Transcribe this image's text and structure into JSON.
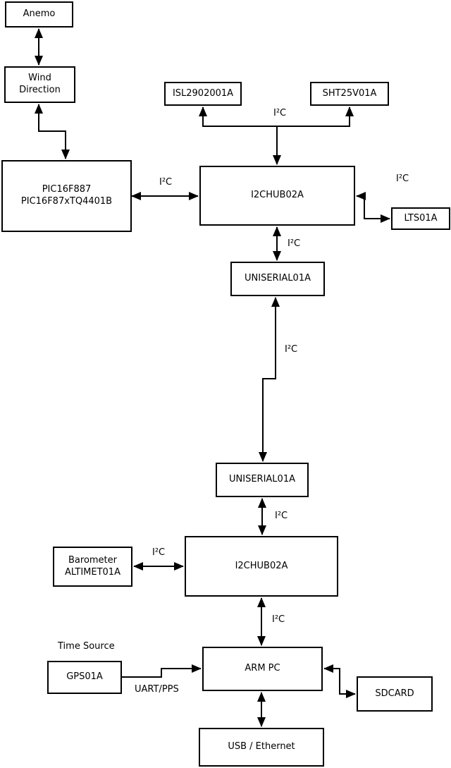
{
  "diagram": {
    "background_color": "#ffffff",
    "line_color": "#000000",
    "nodes": {
      "anemo": {
        "label": "Anemo"
      },
      "wind_direction": {
        "line1": "Wind",
        "line2": "Direction"
      },
      "pic": {
        "line1": "PIC16F887",
        "line2": "PIC16F87xTQ4401B"
      },
      "isl": {
        "label": "ISL2902001A"
      },
      "sht": {
        "label": "SHT25V01A"
      },
      "i2chub_top": {
        "label": "I2CHUB02A"
      },
      "lts": {
        "label": "LTS01A"
      },
      "uniserial_top": {
        "label": "UNISERIAL01A"
      },
      "uniserial_bottom": {
        "label": "UNISERIAL01A"
      },
      "i2chub_bottom": {
        "label": "I2CHUB02A"
      },
      "barometer": {
        "line1": "Barometer",
        "line2": "ALTIMET01A"
      },
      "gps": {
        "label": "GPS01A"
      },
      "arm_pc": {
        "label": "ARM PC"
      },
      "sdcard": {
        "label": "SDCARD"
      },
      "usb_ethernet": {
        "label": "USB / Ethernet"
      }
    },
    "edge_labels": {
      "i2c_sensors_junction": "I²C",
      "i2c_pic_hub": "I²C",
      "i2c_hub_lts": "I²C",
      "i2c_hub_uniserial1": "I²C",
      "i2c_uniserial_link": "I²C",
      "i2c_uniserial2_hub2": "I²C",
      "i2c_barometer_hub2": "I²C",
      "i2c_hub2_armpc": "I²C",
      "time_source": "Time Source",
      "uart_pps": "UART/PPS"
    }
  }
}
